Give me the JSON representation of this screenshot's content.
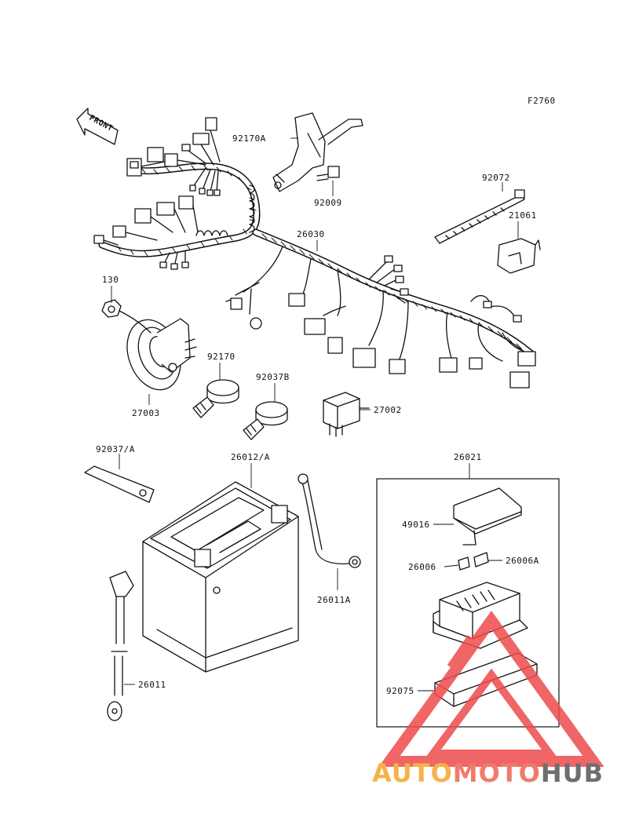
{
  "diagram": {
    "code": "F2760",
    "front_label": "FRONT",
    "parts": [
      {
        "id": "harness_clip",
        "number": "92170A"
      },
      {
        "id": "bolt",
        "number": "92009"
      },
      {
        "id": "band",
        "number": "92072"
      },
      {
        "id": "relay_cover",
        "number": "21061"
      },
      {
        "id": "main_harness",
        "number": "26030"
      },
      {
        "id": "nut",
        "number": "130"
      },
      {
        "id": "clamp",
        "number": "92170"
      },
      {
        "id": "clamp_b",
        "number": "92037B"
      },
      {
        "id": "horn",
        "number": "27003"
      },
      {
        "id": "relay",
        "number": "27002"
      },
      {
        "id": "battery_strap",
        "number": "92037/A"
      },
      {
        "id": "battery",
        "number": "26012/A"
      },
      {
        "id": "fuse_box",
        "number": "26021"
      },
      {
        "id": "fuse_cover",
        "number": "49016"
      },
      {
        "id": "fuse",
        "number": "26006"
      },
      {
        "id": "fuse_a",
        "number": "26006A"
      },
      {
        "id": "ground_lead",
        "number": "26011A"
      },
      {
        "id": "battery_lead",
        "number": "26011"
      },
      {
        "id": "fuse_box_base",
        "number": "92075"
      }
    ]
  },
  "watermark": {
    "part1": "AUTO",
    "part2": "MOTO",
    "part3": "HUB",
    "colors": {
      "auto": "#f4b34a",
      "moto": "#ef7b6b",
      "hub": "#6e6e6e",
      "triangle": "#ee4b4b"
    }
  }
}
